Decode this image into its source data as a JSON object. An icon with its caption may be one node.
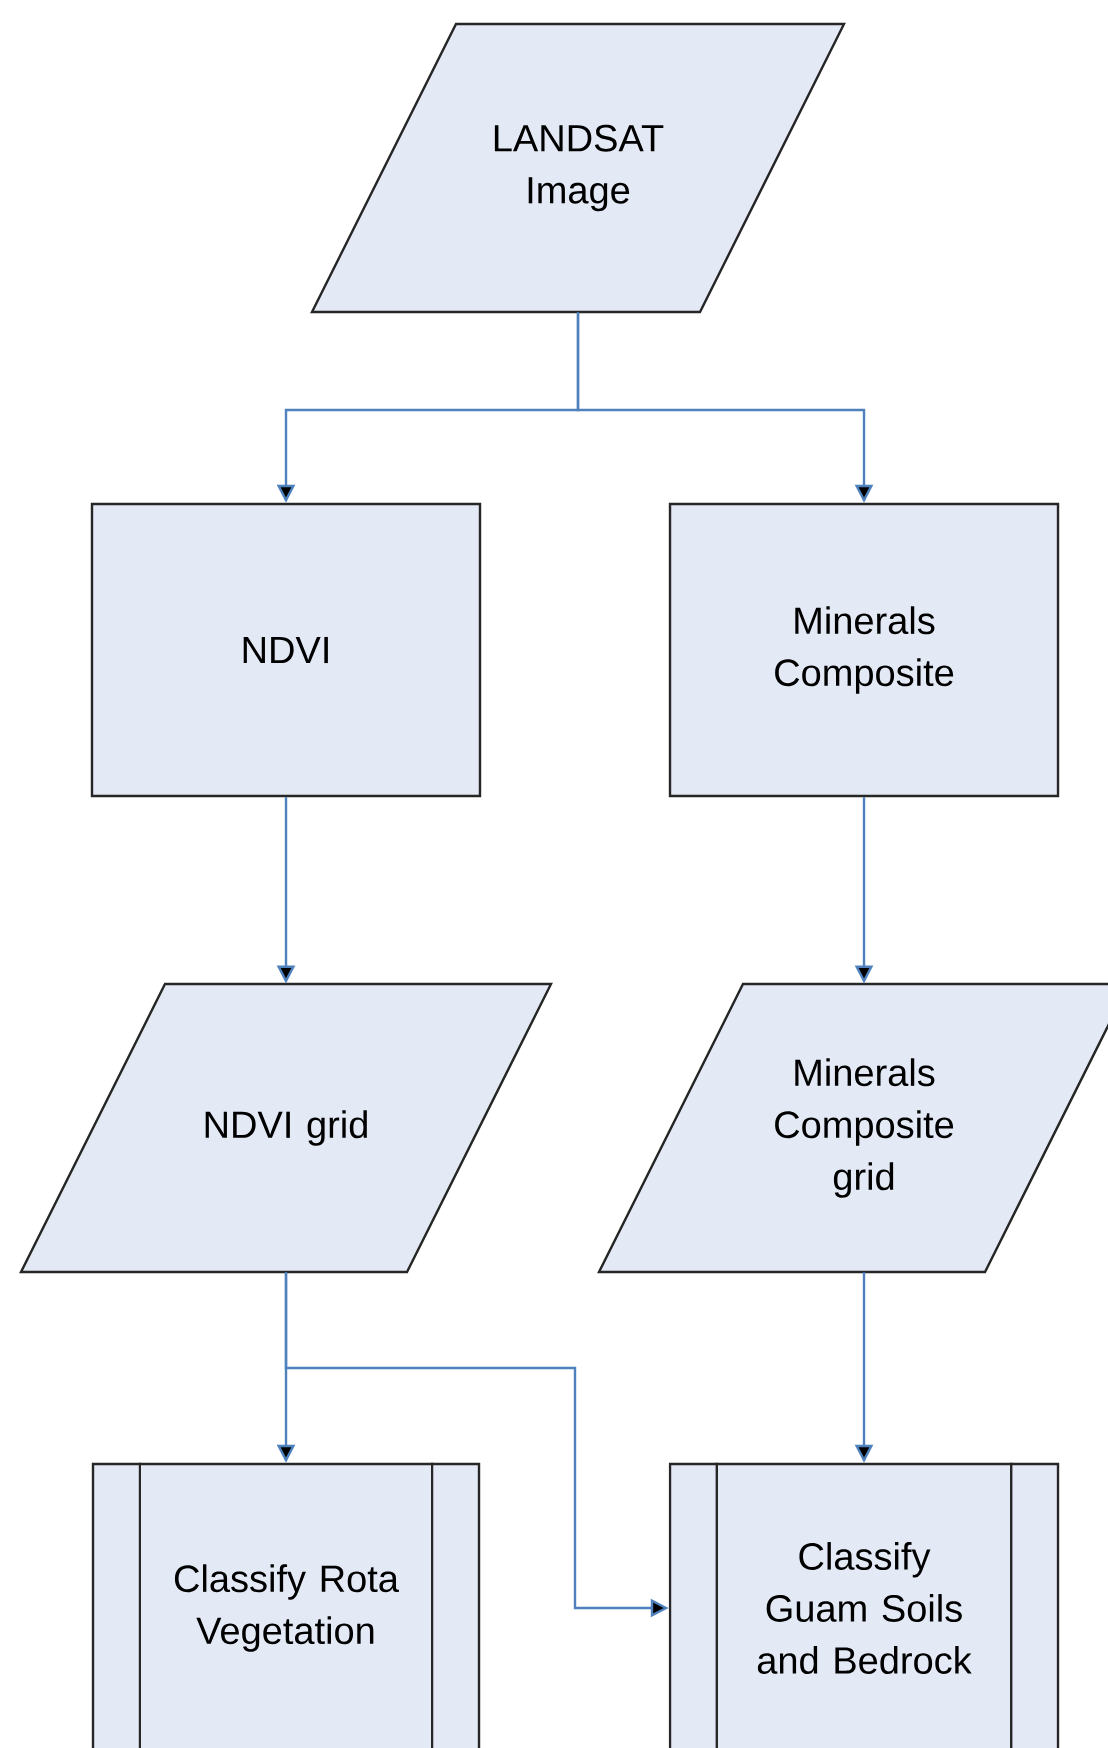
{
  "diagram": {
    "nodes": [
      {
        "text": [
          "LANDSAT Image"
        ]
      },
      {
        "text": [
          "NDVI"
        ]
      },
      {
        "text": [
          "Minerals Composite"
        ]
      },
      {
        "text": [
          "NDVI grid"
        ]
      },
      {
        "text": [
          "Minerals Composite grid"
        ]
      },
      {
        "text": [
          "Classify Rota Vegetation"
        ]
      },
      {
        "text": [
          "Classify Guam Soils and Bedrock"
        ]
      }
    ],
    "edges": [
      {
        "from": 0,
        "to": 1,
        "arrow": "to"
      },
      {
        "from": 0,
        "to": 2,
        "arrow": "to"
      },
      {
        "from": 1,
        "to": 3,
        "arrow": "to"
      },
      {
        "from": 2,
        "to": 4,
        "arrow": "to"
      },
      {
        "from": 3,
        "to": 5,
        "arrow": "to"
      },
      {
        "from": 3,
        "to": 6,
        "arrow": "to"
      },
      {
        "from": 4,
        "to": 6,
        "arrow": "to"
      }
    ]
  }
}
